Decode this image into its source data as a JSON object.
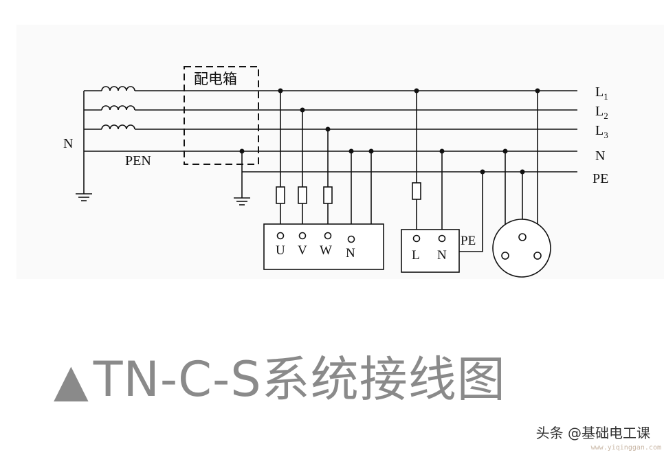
{
  "diagram": {
    "box_label": "配电箱",
    "source_label": "N",
    "pen_label": "PEN",
    "bus_labels": {
      "l1": {
        "letter": "L",
        "sub": "1"
      },
      "l2": {
        "letter": "L",
        "sub": "2"
      },
      "l3": {
        "letter": "L",
        "sub": "3"
      },
      "n": "N",
      "pe": "PE"
    },
    "three_phase_load": {
      "terminals": [
        "U",
        "V",
        "W",
        "N"
      ]
    },
    "single_phase_load": {
      "terminals": [
        "L",
        "N"
      ],
      "pe_label": "PE"
    }
  },
  "caption": {
    "triangle": "▲",
    "text": "TN-C-S系统接线图"
  },
  "credit": "头条 @基础电工课",
  "watermark": "www.yiqinggan.com",
  "colors": {
    "line": "#111111",
    "caption": "#8a8a8a",
    "background": "#ffffff"
  }
}
